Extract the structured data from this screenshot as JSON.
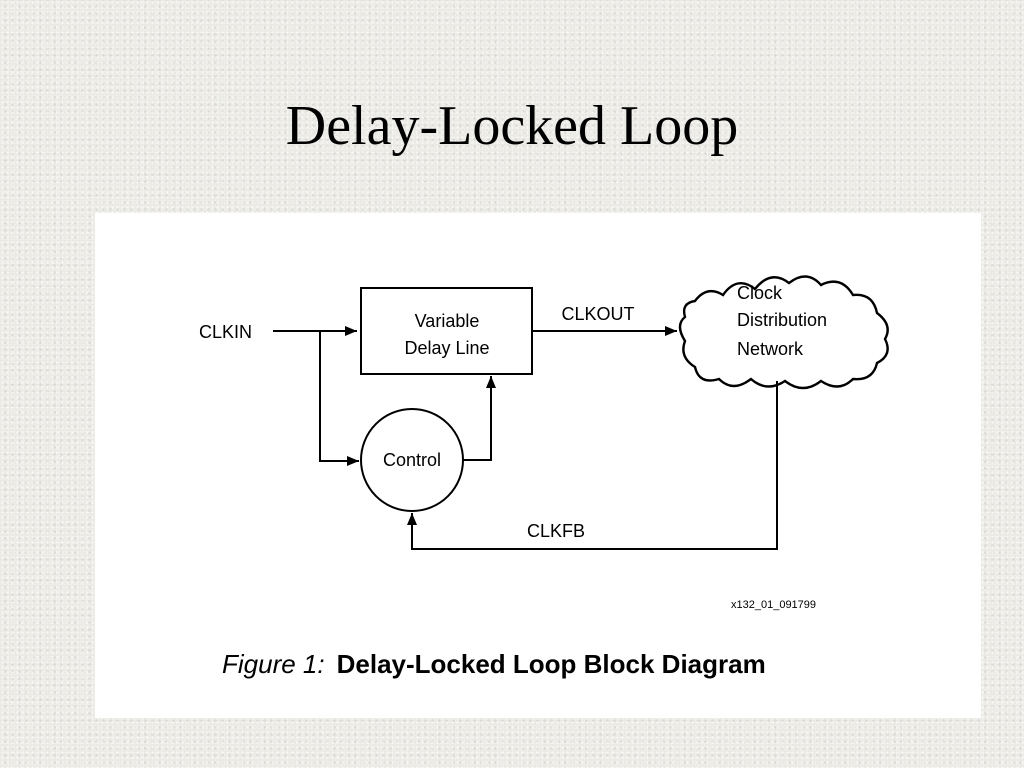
{
  "slide": {
    "title": "Delay-Locked Loop"
  },
  "diagram": {
    "blocks": {
      "variable_delay_line": [
        "Variable",
        "Delay Line"
      ],
      "control": "Control",
      "clock_distribution_network": [
        "Clock",
        "Distribution",
        "Network"
      ]
    },
    "signals": {
      "clkin": "CLKIN",
      "clkout": "CLKOUT",
      "clkfb": "CLKFB"
    },
    "figure_code": "x132_01_091799",
    "caption": {
      "number": "Figure 1:",
      "title": "Delay-Locked Loop Block Diagram"
    }
  }
}
